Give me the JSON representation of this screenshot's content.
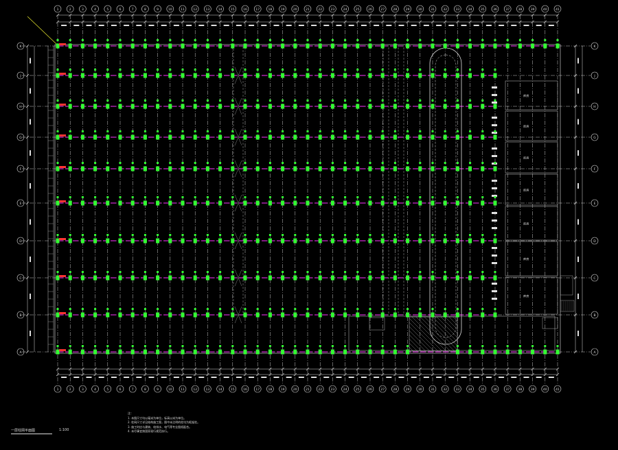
{
  "drawing": {
    "title": "一层柱网平面图",
    "scale": "1:100",
    "colors": {
      "background": "#000000",
      "grid": "#e0e0e0",
      "beam": "#ff33ff",
      "column": "#33ff33",
      "tag": "#ff3333",
      "wall": "#aaaaaa",
      "accent_yellow": "#ffff33"
    },
    "axes_x": [
      "1",
      "2",
      "3",
      "4",
      "5",
      "6",
      "7",
      "8",
      "9",
      "10",
      "11",
      "12",
      "13",
      "14",
      "15",
      "16",
      "17",
      "18",
      "19",
      "20",
      "21",
      "22",
      "23",
      "24",
      "25",
      "26",
      "27",
      "28",
      "29",
      "30",
      "31",
      "32",
      "33",
      "34",
      "35",
      "36",
      "37",
      "38",
      "39",
      "40",
      "41"
    ],
    "axes_y": [
      "A",
      "B",
      "C",
      "D",
      "E",
      "F",
      "G",
      "H",
      "J",
      "K"
    ],
    "room_labels": [
      "库房",
      "库房",
      "库房",
      "库房",
      "库房",
      "库房",
      "库房"
    ],
    "notes": [
      "注：",
      "1. 本图尺寸均以毫米为单位，标高以米为单位。",
      "2. 柱网尺寸详见结构施工图，图中未注明的柱均为框架柱。",
      "3. 施工时应与建筑、给排水、电气等专业图纸配合。",
      "4. 未尽事宜按国家现行规范执行。"
    ]
  }
}
